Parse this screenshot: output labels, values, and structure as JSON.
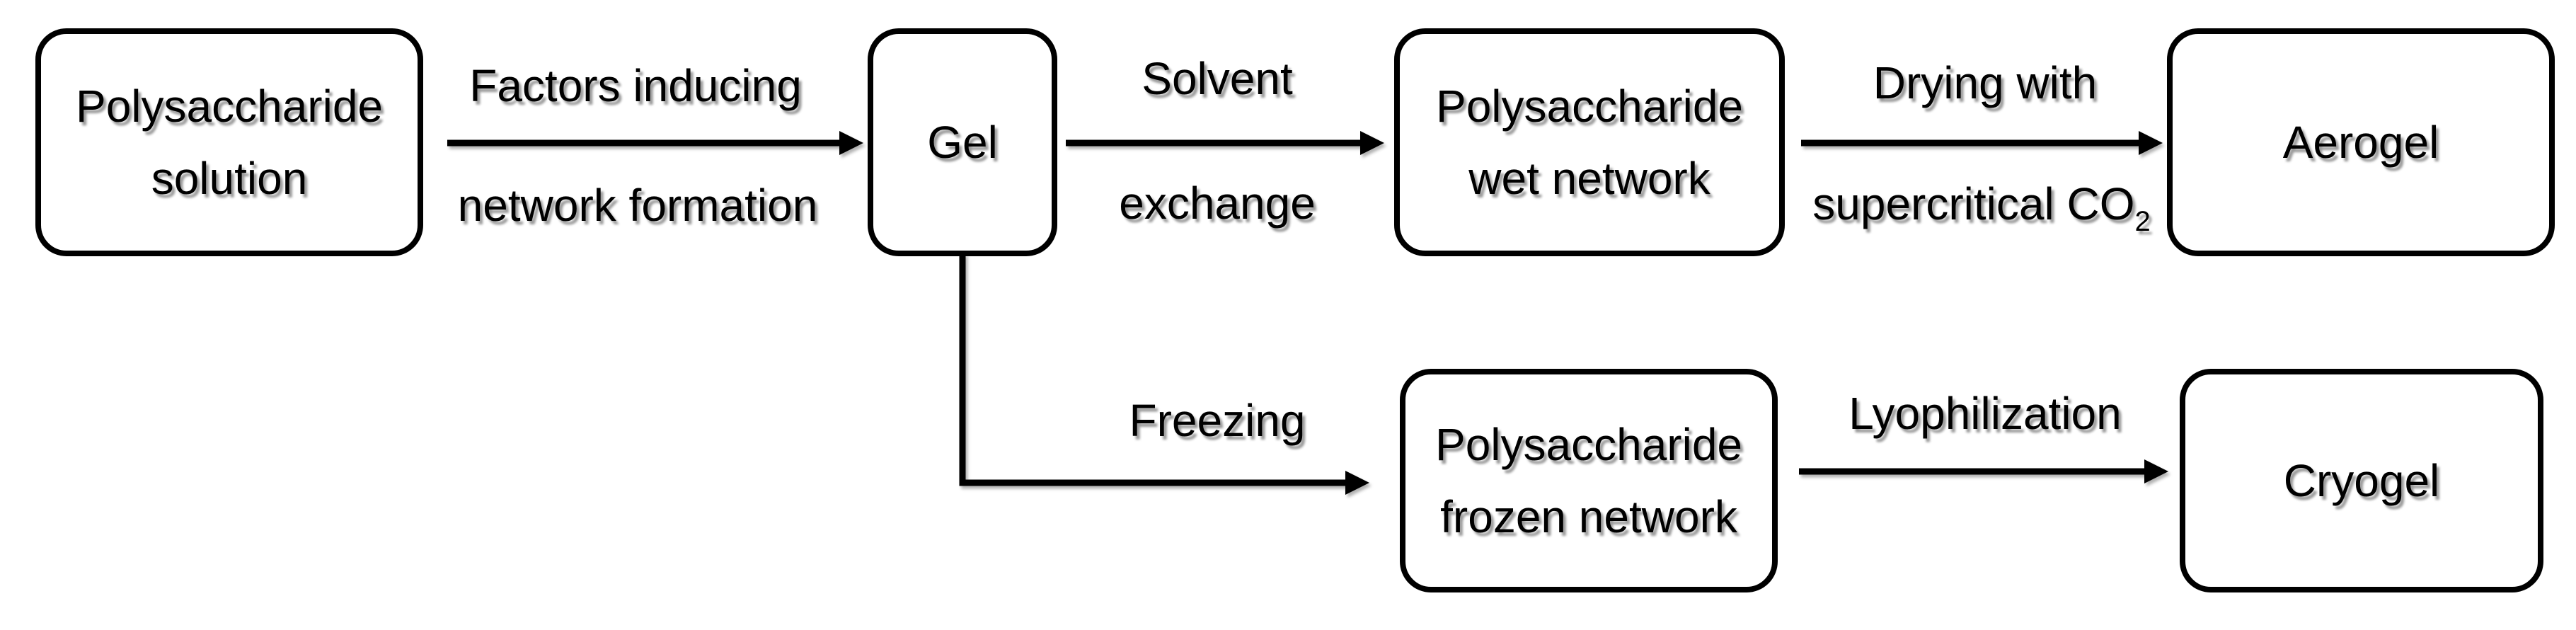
{
  "diagram": {
    "type": "flowchart",
    "colors": {
      "background": "#ffffff",
      "stroke": "#000000",
      "text": "#000000"
    },
    "nodes": {
      "solution": {
        "line1": "Polysaccharide",
        "line2": "solution"
      },
      "gel": {
        "line1": "Gel"
      },
      "wet": {
        "line1": "Polysaccharide",
        "line2": "wet network"
      },
      "aerogel": {
        "line1": "Aerogel"
      },
      "frozen": {
        "line1": "Polysaccharide",
        "line2": "frozen network"
      },
      "cryogel": {
        "line1": "Cryogel"
      }
    },
    "edges": {
      "network_formation": {
        "line1": "Factors inducing",
        "line2": "network formation"
      },
      "solvent_exchange": {
        "line1": "Solvent",
        "line2": "exchange"
      },
      "supercritical_drying": {
        "line1": "Drying with",
        "line2_text": "supercritical CO",
        "line2_subscript": "2"
      },
      "freezing": {
        "label": "Freezing"
      },
      "lyophilization": {
        "label": "Lyophilization"
      }
    }
  }
}
